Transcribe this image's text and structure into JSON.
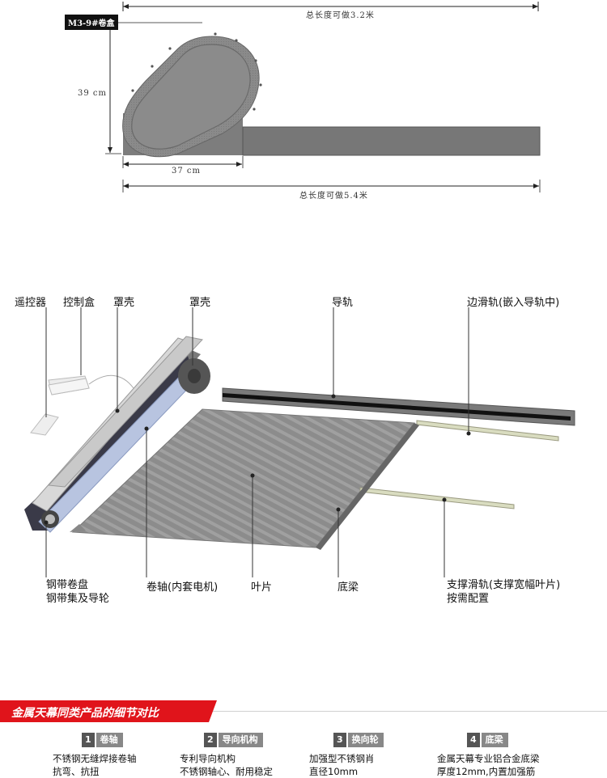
{
  "top_diagram": {
    "tag": "M3-9#卷盒",
    "top_length": "总长度可做3.2米",
    "height": "39 cm",
    "box_width": "37 cm",
    "bottom_length": "总长度可做5.4米"
  },
  "exploded_diagram": {
    "labels_top": [
      "遥控器",
      "控制盒",
      "罩壳",
      "罩壳",
      "导轨",
      "边滑轨(嵌入导轨中)"
    ],
    "labels_bottom": {
      "steel_reel_line1": "钢带卷盘",
      "steel_reel_line2": "钢带集及导轮",
      "roller": "卷轴(内套电机)",
      "blade": "叶片",
      "bottom_beam": "底梁",
      "support_rail_line1": "支撑滑轨(支撑宽幅叶片)",
      "support_rail_line2": "按需配置"
    }
  },
  "comparison": {
    "banner": "金属天幕同类产品的细节对比",
    "features": [
      {
        "num": "1",
        "name": "卷轴",
        "line1": "不锈钢无缝焊接卷轴",
        "line2": "抗弯、抗扭"
      },
      {
        "num": "2",
        "name": "导向机构",
        "line1": "专利导向机构",
        "line2": "不锈钢轴心、耐用稳定"
      },
      {
        "num": "3",
        "name": "换向轮",
        "line1": "加强型不锈钢肖",
        "line2": "直径10mm"
      },
      {
        "num": "4",
        "name": "底梁",
        "line1": "金属天幕专业铝合金底梁",
        "line2": "厚度12mm,内置加强筋"
      }
    ]
  }
}
